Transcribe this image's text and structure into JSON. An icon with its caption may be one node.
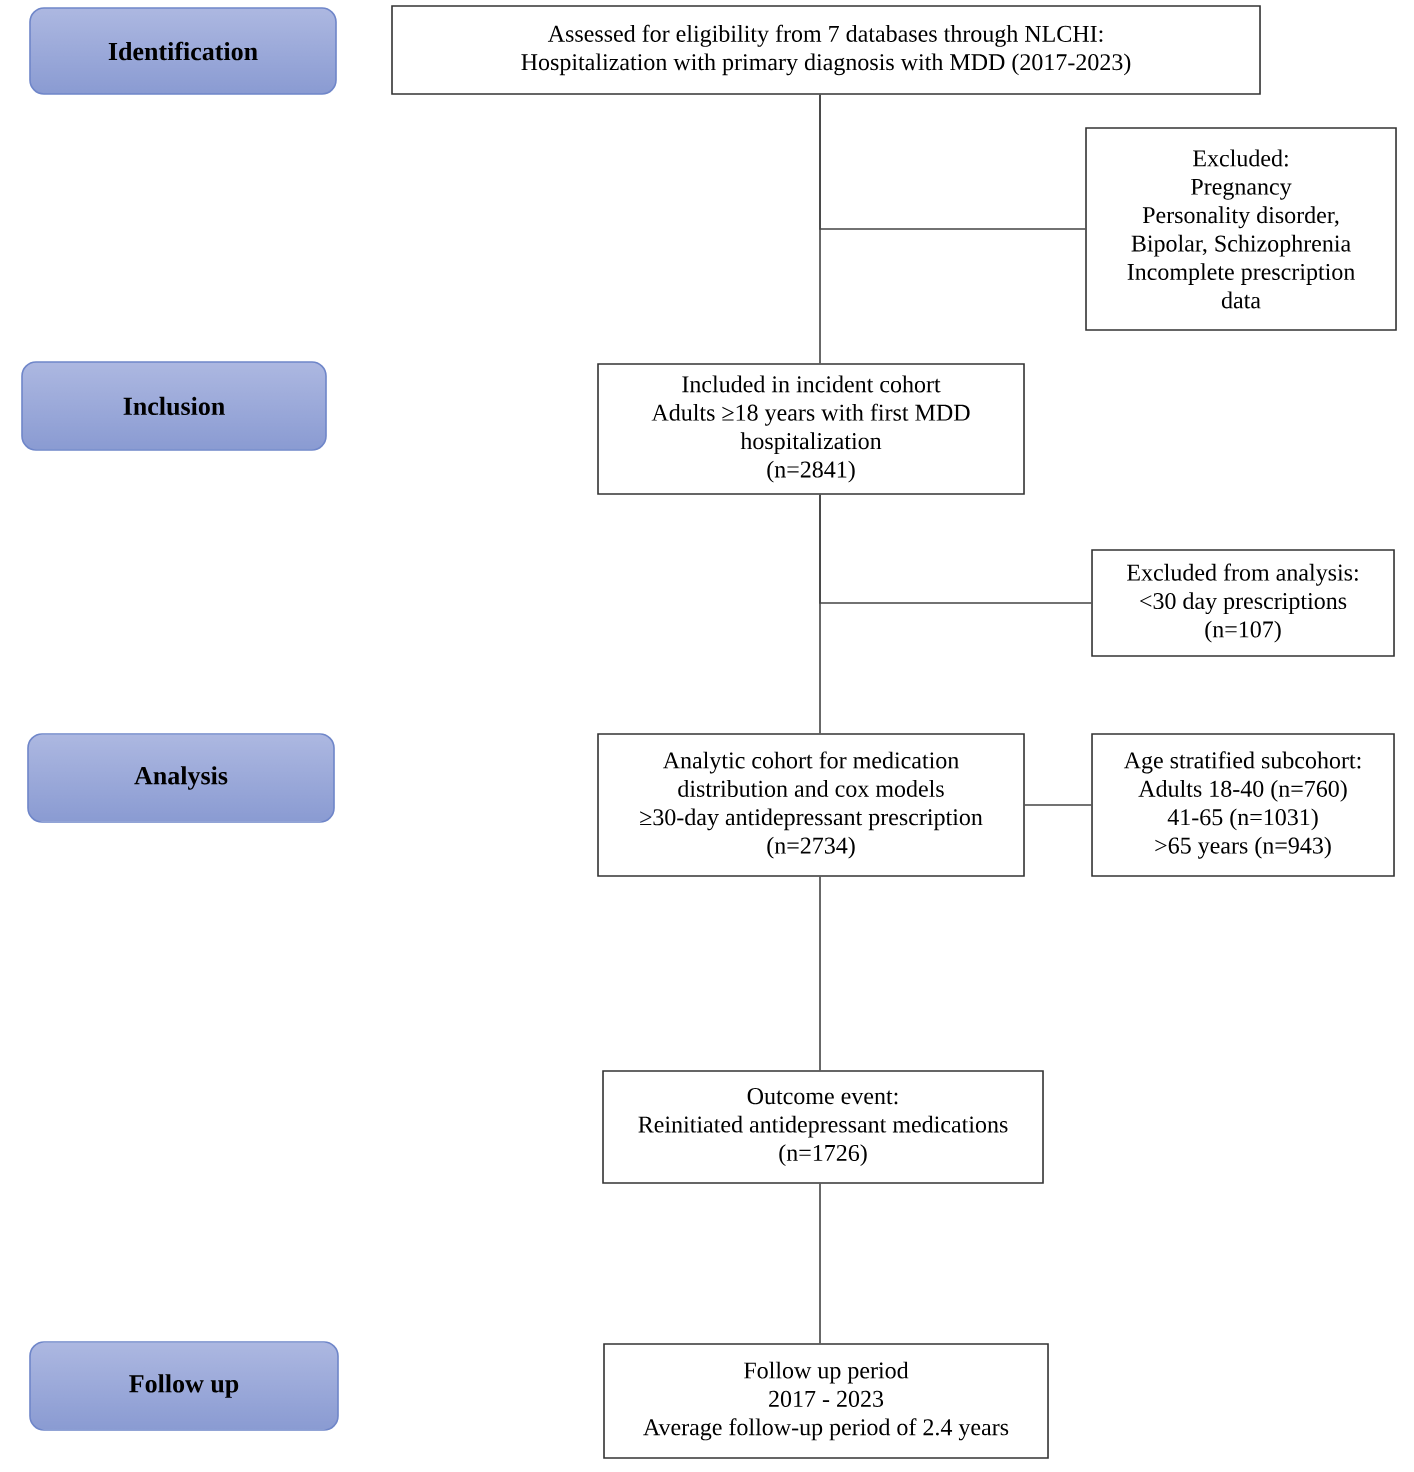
{
  "diagram": {
    "nodes": [
      {
        "text": [
          "Identification"
        ]
      },
      {
        "text": [
          "Assessed for eligibility from 7 databases through NLCHI:",
          "Hospitalization with primary diagnosis with MDD (2017-2023)"
        ]
      },
      {
        "text": [
          "Excluded:",
          "Pregnancy",
          "Personality disorder, Bipolar, Schizophrenia",
          "Incomplete prescription data"
        ]
      },
      {
        "text": [
          "Inclusion"
        ]
      },
      {
        "text": [
          "Included in incident cohort",
          "Adults ≥18 years with first MDD hospitalization",
          "(n=2841)"
        ]
      },
      {
        "text": [
          "Excluded from analysis:",
          "<30 day prescriptions",
          "(n=107)"
        ]
      },
      {
        "text": [
          "Analysis"
        ]
      },
      {
        "text": [
          "Analytic cohort for medication distribution and cox models",
          "≥30-day antidepressant prescription",
          "(n=2734)"
        ]
      },
      {
        "text": [
          "Age stratified subcohort:",
          "Adults 18-40 (n=760)",
          "41-65 (n=1031)",
          ">65 years (n=943)"
        ]
      },
      {
        "text": [
          "Outcome event:",
          "Reinitiated antidepressant medications",
          "(n=1726)"
        ]
      },
      {
        "text": [
          "Follow up"
        ]
      },
      {
        "text": [
          "Follow up period",
          "2017 - 2023",
          "Average follow-up period of 2.4 years"
        ]
      }
    ],
    "edges": [
      {
        "from": 1,
        "to": 4,
        "arrow": "none"
      },
      {
        "from": 1,
        "to": 2,
        "arrow": "none"
      },
      {
        "from": 4,
        "to": 7,
        "arrow": "none"
      },
      {
        "from": 4,
        "to": 5,
        "arrow": "none"
      },
      {
        "from": 7,
        "to": 8,
        "arrow": "none"
      },
      {
        "from": 7,
        "to": 9,
        "arrow": "none"
      },
      {
        "from": 9,
        "to": 11,
        "arrow": "none"
      }
    ]
  }
}
